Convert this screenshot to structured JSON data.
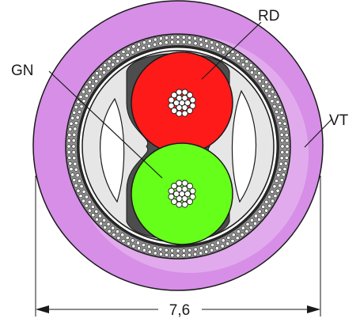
{
  "cable_cross_section": {
    "labels": {
      "red_core": "RD",
      "green_core": "GN",
      "jacket": "VT"
    },
    "dimension": {
      "outer_diameter": "7,6"
    },
    "colors": {
      "jacket": "#d68ee6",
      "jacket_highlight": "#f0cdf6",
      "red_core": "#ff1a1a",
      "green_core": "#66ff1a",
      "filler": "#e6e6e6",
      "shield_braid": "#8c8c8c",
      "conductor_strand": "#ffffff"
    }
  }
}
